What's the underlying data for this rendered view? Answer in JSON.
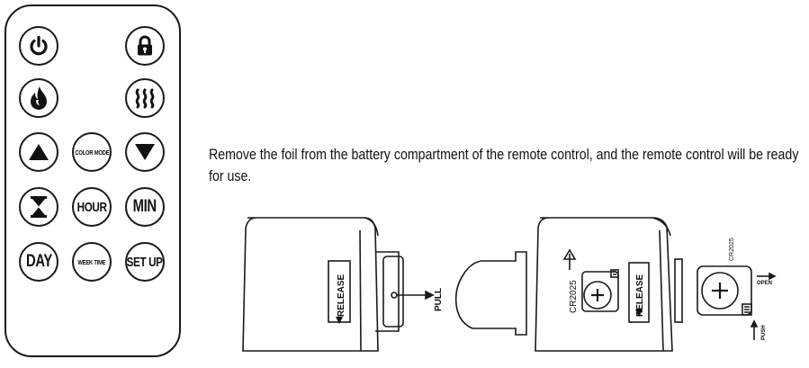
{
  "remote": {
    "buttons": {
      "power": {
        "icon": "power-icon"
      },
      "lock": {
        "icon": "lock-icon"
      },
      "flame": {
        "icon": "flame-icon"
      },
      "heat": {
        "icon": "heat-waves-icon"
      },
      "up": {
        "icon": "triangle-up-icon"
      },
      "color_mode": {
        "label": "COLOR MODE"
      },
      "down": {
        "icon": "triangle-down-icon"
      },
      "timer": {
        "icon": "hourglass-icon"
      },
      "hour": {
        "label": "HOUR"
      },
      "min": {
        "label": "MIN"
      },
      "day": {
        "label": "DAY"
      },
      "week_time": {
        "label": "WEEK TIME"
      },
      "set_up": {
        "label": "SET UP"
      }
    }
  },
  "instructions": {
    "text": "Remove the foil from the battery compartment of the remote control, and the remote control will be ready for use."
  },
  "illustration": {
    "release_label_1": "RELEASE",
    "pull_label": "PULL",
    "battery_label_1": "CR2025",
    "release_label_2": "RELEASE",
    "battery_label_2": "CR2025",
    "open_label": "OPEN",
    "push_label": "PUSH"
  }
}
